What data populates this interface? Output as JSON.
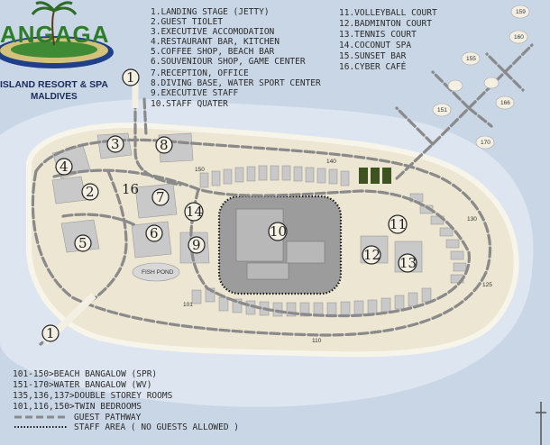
{
  "logo": {
    "name": "ANGAGA",
    "line1": "ISLAND RESORT & SPA",
    "line2": "MALDIVES"
  },
  "legend_left": [
    "1.LANDING STAGE (JETTY)",
    "2.GUEST TIOLET",
    "3.EXECUTIVE ACCOMODATION",
    "4.RESTAURANT BAR, KITCHEN",
    "5.COFFEE SHOP, BEACH BAR",
    "6.SOUVENIOUR SHOP, GAME CENTER",
    "7.RECEPTION, OFFICE",
    "8.DIVING BASE, WATER SPORT CENTER",
    "9.EXECUTIVE STAFF",
    "10.STAFF QUATER"
  ],
  "legend_right": [
    "11.VOLLEYBALL COURT",
    "12.BADMINTON COURT",
    "13.TENNIS COURT",
    "14.COCONUT SPA",
    "15.SUNSET BAR",
    "16.CYBER CAFÉ"
  ],
  "key": {
    "beach": "101-150>BEACH BANGALOW (SPR)",
    "water": "151-170>WATER BANGALOW (WV)",
    "double": "135,136,137>DOUBLE STOREY ROOMS",
    "twin": "101,116,150>TWIN BEDROOMS",
    "pathway": "GUEST PATHWAY",
    "staff": "STAFF AREA ( NO GUESTS ALLOWED )"
  },
  "markers": {
    "m1a": "1",
    "m1b": "1",
    "m2": "2",
    "m3": "3",
    "m4": "4",
    "m5": "5",
    "m6": "6",
    "m7": "7",
    "m8": "8",
    "m9": "9",
    "m10": "10",
    "m11": "11",
    "m12": "12",
    "m13": "13",
    "m14": "14",
    "m16": "16"
  },
  "room_numbers": {
    "r159": "159",
    "r160": "160",
    "r155": "155",
    "r166": "166",
    "r151": "151",
    "r170": "170",
    "r150": "150",
    "r140": "140",
    "r130": "130",
    "r125": "125",
    "r101": "101",
    "r110": "110"
  },
  "fish_pond": "FISH POND",
  "colors": {
    "sea": "#c9d6e6",
    "island": "#ece6d2",
    "sand_edge": "#f5f1e4",
    "path": "#8a8a8a",
    "logo_text": "#2e7d2a",
    "logo_island": "#d4c27a",
    "courts": "#3d5420"
  }
}
